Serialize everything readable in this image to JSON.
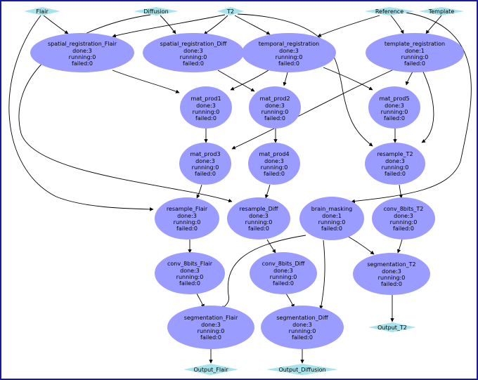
{
  "colors": {
    "process_fill": "#9b9cff",
    "io_fill": "#a6e3ea",
    "border": "#1a1aa0",
    "edge": "#000000"
  },
  "inputs": {
    "flair": "Flair",
    "diffusion": "Diffusion",
    "t2": "T2",
    "reference": "Reference",
    "template": "Template"
  },
  "outputs": {
    "output_flair": "Output_Flair",
    "output_diffusion": "Output_Diffusion",
    "output_t2": "Output_T2"
  },
  "nodes": {
    "spatial_registration_flair": {
      "title": "spatial_registration_Flair",
      "done": "done:3",
      "running": "running:0",
      "failed": "failed:0"
    },
    "spatial_registration_diff": {
      "title": "spatial_registration_Diff",
      "done": "done:3",
      "running": "running:0",
      "failed": "failed:0"
    },
    "temporal_registration": {
      "title": "temporal_registration",
      "done": "done:3",
      "running": "running:0",
      "failed": "failed:0"
    },
    "template_registration": {
      "title": "template_registration",
      "done": "done:1",
      "running": "running:0",
      "failed": "failed:0"
    },
    "mat_prod1": {
      "title": "mat_prod1",
      "done": "done:3",
      "running": "running:0",
      "failed": "failed:0"
    },
    "mat_prod2": {
      "title": "mat_prod2",
      "done": "done:3",
      "running": "running:0",
      "failed": "failed:0"
    },
    "mat_prod5": {
      "title": "mat_prod5",
      "done": "done:3",
      "running": "running:0",
      "failed": "failed:0"
    },
    "mat_prod3": {
      "title": "mat_prod3",
      "done": "done:3",
      "running": "running:0",
      "failed": "failed:0"
    },
    "mat_prod4": {
      "title": "mat_prod4",
      "done": "done:3",
      "running": "running:0",
      "failed": "failed:0"
    },
    "resample_t2": {
      "title": "resample_T2",
      "done": "done:3",
      "running": "running:0",
      "failed": "failed:0"
    },
    "resample_flair": {
      "title": "resample_Flair",
      "done": "done:3",
      "running": "running:0",
      "failed": "failed:0"
    },
    "resample_diff": {
      "title": "resample_Diff",
      "done": "done:3",
      "running": "running:0",
      "failed": "failed:0"
    },
    "brain_masking": {
      "title": "brain_masking",
      "done": "done:1",
      "running": "running:0",
      "failed": "failed:0"
    },
    "conv_8bits_t2": {
      "title": "conv_8bits_T2",
      "done": "done:3",
      "running": "running:0",
      "failed": "failed:0"
    },
    "conv_8bits_flair": {
      "title": "conv_8bits_Flair",
      "done": "done:3",
      "running": "running:0",
      "failed": "failed:0"
    },
    "conv_8bits_diff": {
      "title": "conv_8bits_Diff",
      "done": "done:3",
      "running": "running:0",
      "failed": "failed:0"
    },
    "segmentation_t2": {
      "title": "segmentation_T2",
      "done": "done:3",
      "running": "running:0",
      "failed": "failed:0"
    },
    "segmentation_flair": {
      "title": "segmentation_Flair",
      "done": "done:3",
      "running": "running:0",
      "failed": "failed:0"
    },
    "segmentation_diff": {
      "title": "segmentation_Diff",
      "done": "done:3",
      "running": "running:0",
      "failed": "failed:0"
    }
  }
}
